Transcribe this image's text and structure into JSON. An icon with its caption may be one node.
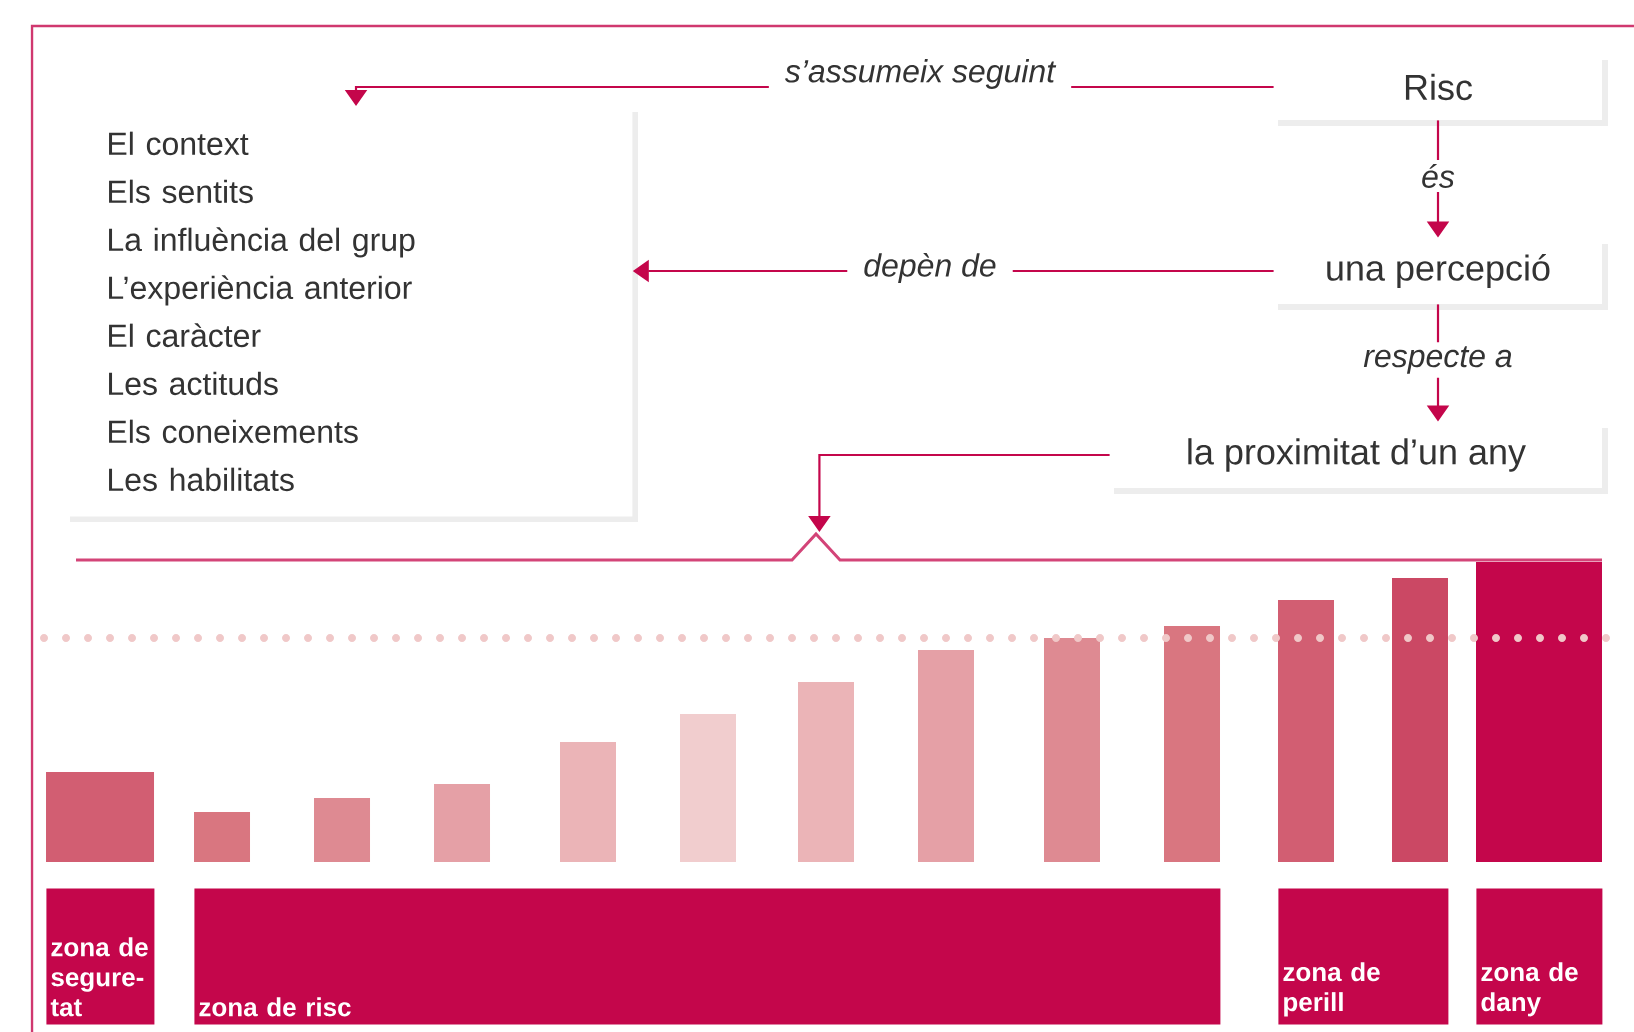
{
  "diagram": {
    "nodes": [
      {
        "text": [
          "Risc"
        ]
      },
      {
        "text": [
          "El context",
          "Els sentits",
          "La influència del grup",
          "L’experiència anterior",
          "El caràcter",
          "Les actituds",
          "Els coneixements",
          "Les habilitats"
        ]
      },
      {
        "text": [
          "una percepció"
        ]
      },
      {
        "text": [
          "la proximitat d’un any"
        ]
      },
      {
        "text": [],
        "shape": "picture"
      },
      {
        "text": [
          "zona de segure-tat"
        ]
      },
      {
        "text": [
          "zona de risc"
        ]
      },
      {
        "text": [
          "zona de perill"
        ]
      },
      {
        "text": [
          "zona de dany"
        ]
      }
    ],
    "edges": [
      {
        "from": 0,
        "to": 1,
        "arrow": "to",
        "label": "s’assumeix seguint"
      },
      {
        "from": 0,
        "to": 2,
        "arrow": "to",
        "label": "és"
      },
      {
        "from": 2,
        "to": 1,
        "arrow": "to",
        "label": "depèn de"
      },
      {
        "from": 2,
        "to": 3,
        "arrow": "to",
        "label": "respecte a"
      },
      {
        "from": 3,
        "to": 4,
        "arrow": "to"
      }
    ]
  }
}
